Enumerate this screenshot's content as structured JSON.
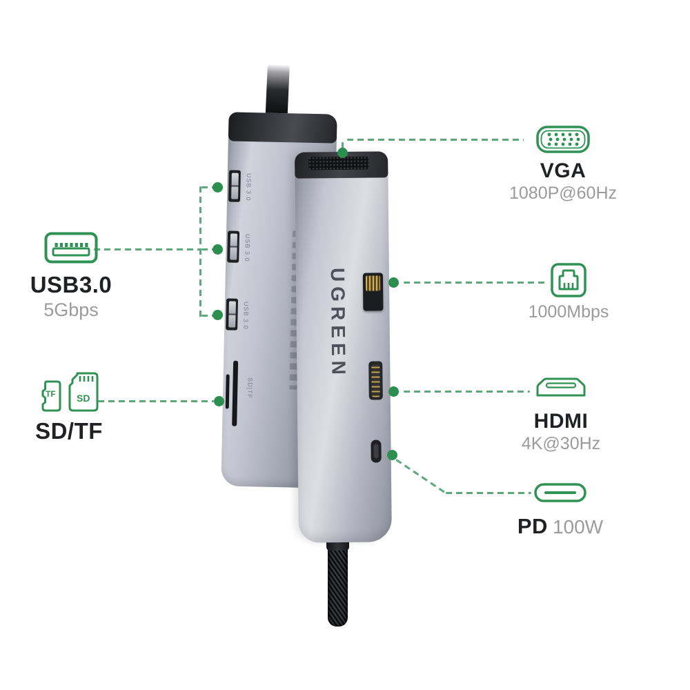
{
  "colors": {
    "accent_green": "#2c8f4f",
    "dash_green": "#5aa87c",
    "icon_green": "#2f9254",
    "title_dark": "#1f2124",
    "subtitle_gray": "#9b9b9d",
    "background": "#ffffff"
  },
  "device": {
    "brand": "UGREEN",
    "usb_port_label": "USB 3.0",
    "card_slot_label": "SD|TF"
  },
  "icons": {
    "tf_label": "TF",
    "sd_label": "SD"
  },
  "callouts": {
    "usb3": {
      "title": "USB3.0",
      "subtitle": "5Gbps",
      "icon": "usb-a-port-icon"
    },
    "sdtf": {
      "title": "SD/TF",
      "icon": "sd-tf-card-icon"
    },
    "vga": {
      "title": "VGA",
      "subtitle": "1080P@60Hz",
      "icon": "vga-port-icon"
    },
    "ethernet": {
      "subtitle": "1000Mbps",
      "icon": "ethernet-port-icon"
    },
    "hdmi": {
      "title": "HDMI",
      "subtitle": "4K@30Hz",
      "icon": "hdmi-port-icon"
    },
    "pd": {
      "title": "PD",
      "subtitle": "100W",
      "icon": "usb-c-port-icon"
    }
  }
}
